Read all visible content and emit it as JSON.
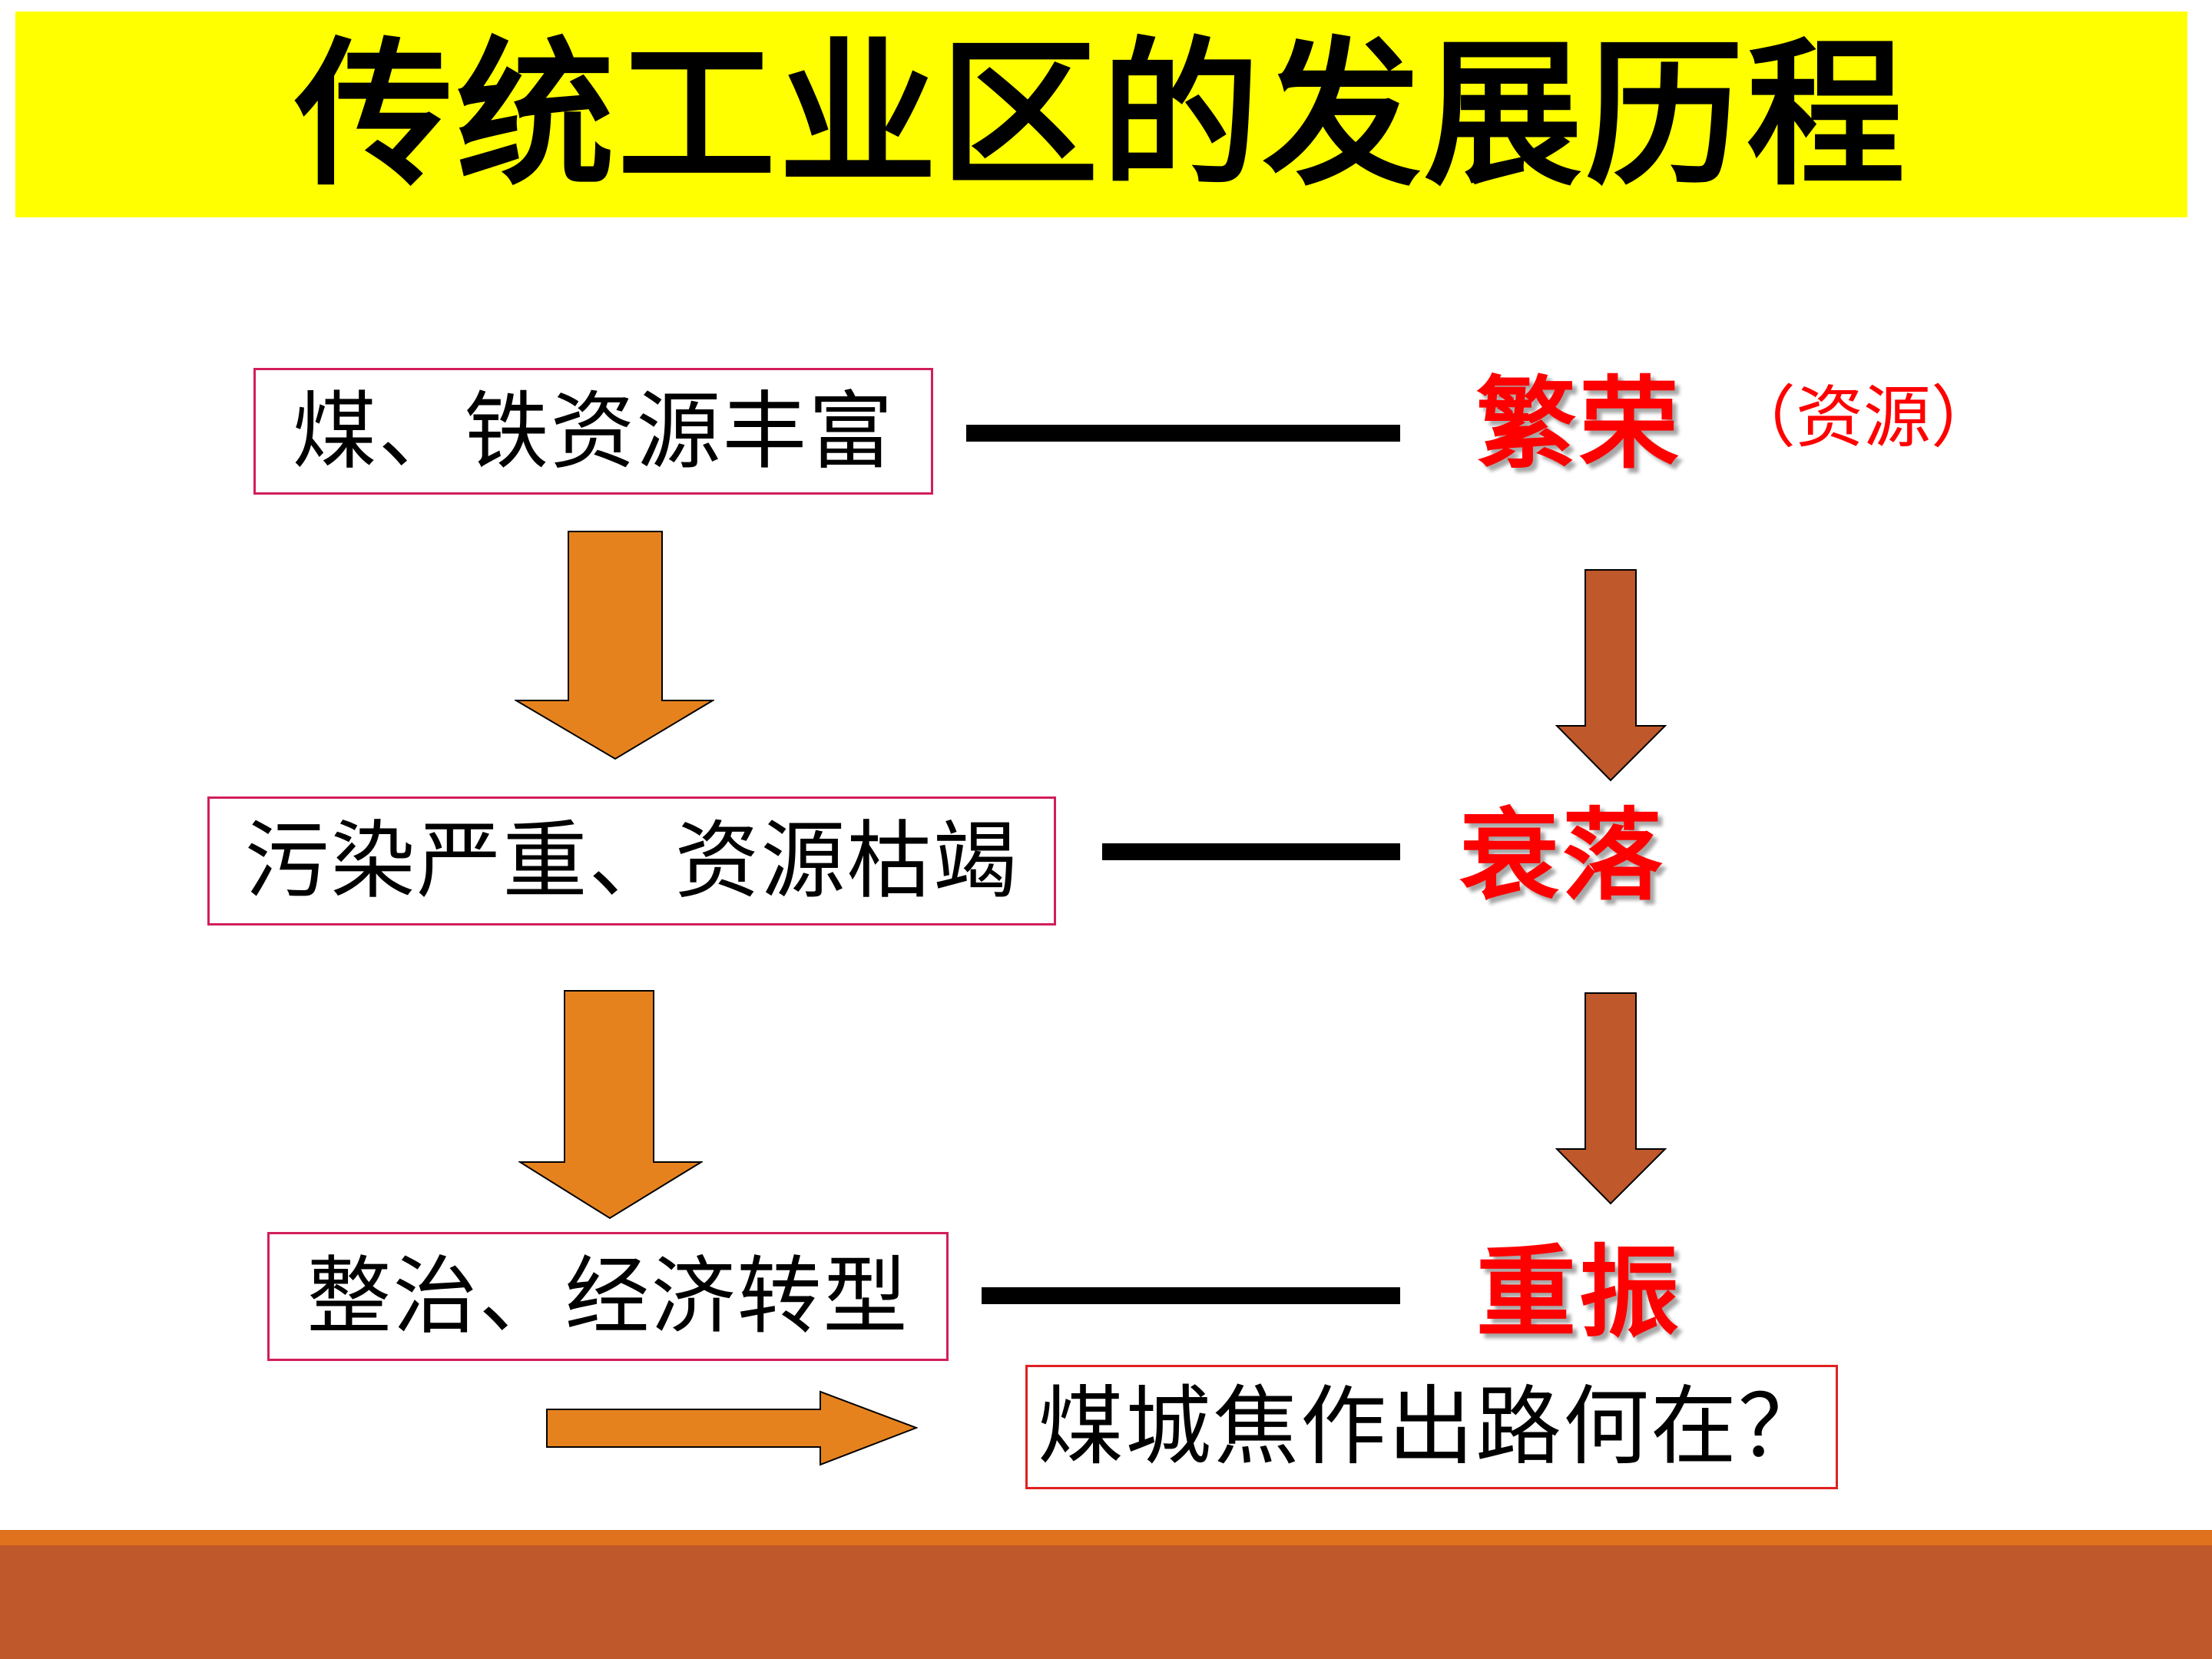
{
  "title": "传统工业区的发展历程",
  "causes": [
    "煤、铁资源丰富",
    "污染严重、资源枯竭",
    "整治、经济转型"
  ],
  "stages": [
    "繁荣",
    "衰落",
    "重振"
  ],
  "stage_note": "（资源）",
  "question": "煤城焦作出路何在？",
  "colors": {
    "title_bar": "#ffff00",
    "box_border": "#d21e5a",
    "stage_text": "#ff0000",
    "arrow_orange": "#e6821e",
    "arrow_brown": "#bf582a",
    "bottom_band": "#bf582a",
    "bottom_stripe": "#e0721e"
  }
}
